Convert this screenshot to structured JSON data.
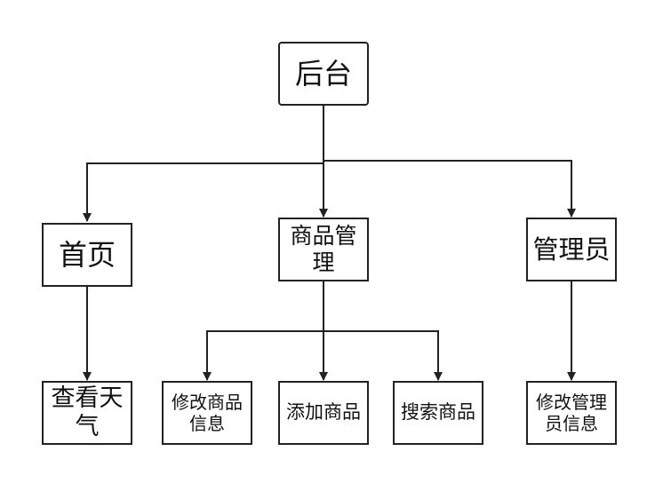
{
  "diagram": {
    "root": "后台",
    "home": "首页",
    "goods": "商品管理",
    "admin": "管理员",
    "weather": "查看天气",
    "edit_goods": "修改商品信息",
    "add_goods": "添加商品",
    "search_goods": "搜索商品",
    "edit_admin": "修改管理员信息"
  },
  "colors": {
    "line": "#222222",
    "box_border": "#222222",
    "text": "#111111"
  }
}
